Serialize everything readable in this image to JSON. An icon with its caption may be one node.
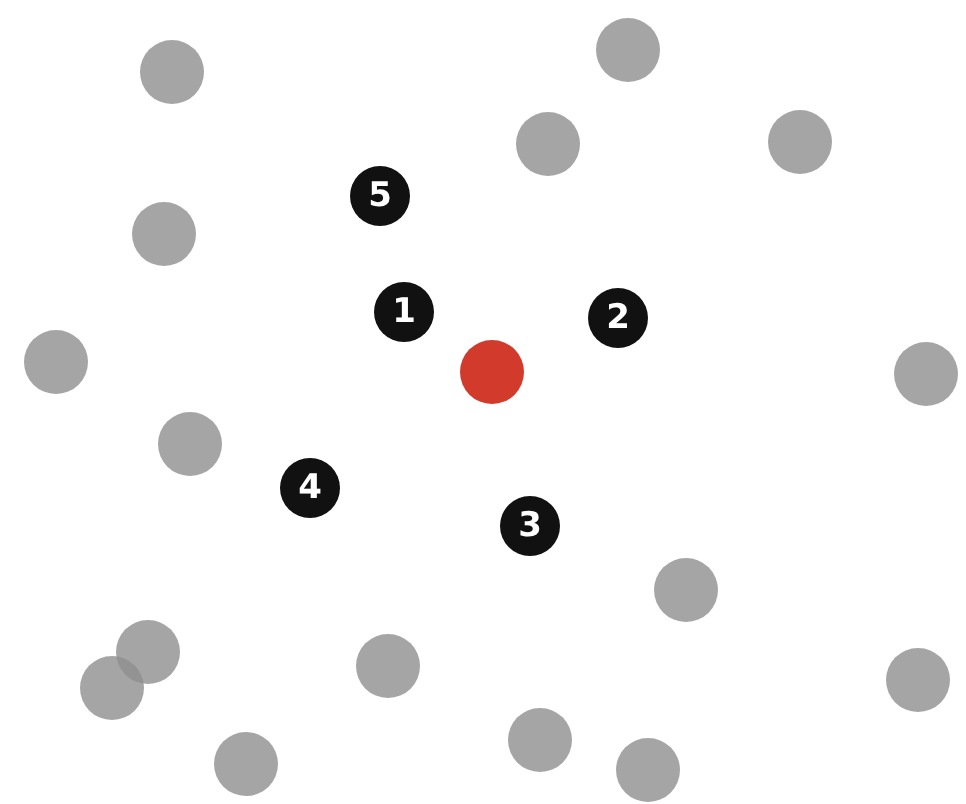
{
  "diagram": {
    "nodes": [
      {
        "text": [],
        "shape": "circle"
      },
      {
        "text": [],
        "shape": "circle"
      },
      {
        "text": [],
        "shape": "circle"
      },
      {
        "text": [],
        "shape": "circle"
      },
      {
        "text": [
          "5"
        ]
      },
      {
        "text": [],
        "shape": "circle"
      },
      {
        "text": [
          "1"
        ]
      },
      {
        "text": [
          "2"
        ]
      },
      {
        "text": [],
        "shape": "circle"
      },
      {
        "text": [],
        "shape": "circle"
      },
      {
        "text": [],
        "shape": "circle"
      },
      {
        "text": [],
        "shape": "circle"
      },
      {
        "text": [
          "4"
        ]
      },
      {
        "text": [
          "3"
        ]
      },
      {
        "text": [],
        "shape": "circle"
      },
      {
        "text": [],
        "shape": "circle"
      },
      {
        "text": [],
        "shape": "circle"
      },
      {
        "text": [],
        "shape": "circle"
      },
      {
        "text": [],
        "shape": "circle"
      },
      {
        "text": [],
        "shape": "circle"
      },
      {
        "text": [],
        "shape": "circle"
      },
      {
        "text": [],
        "shape": "circle"
      }
    ]
  }
}
